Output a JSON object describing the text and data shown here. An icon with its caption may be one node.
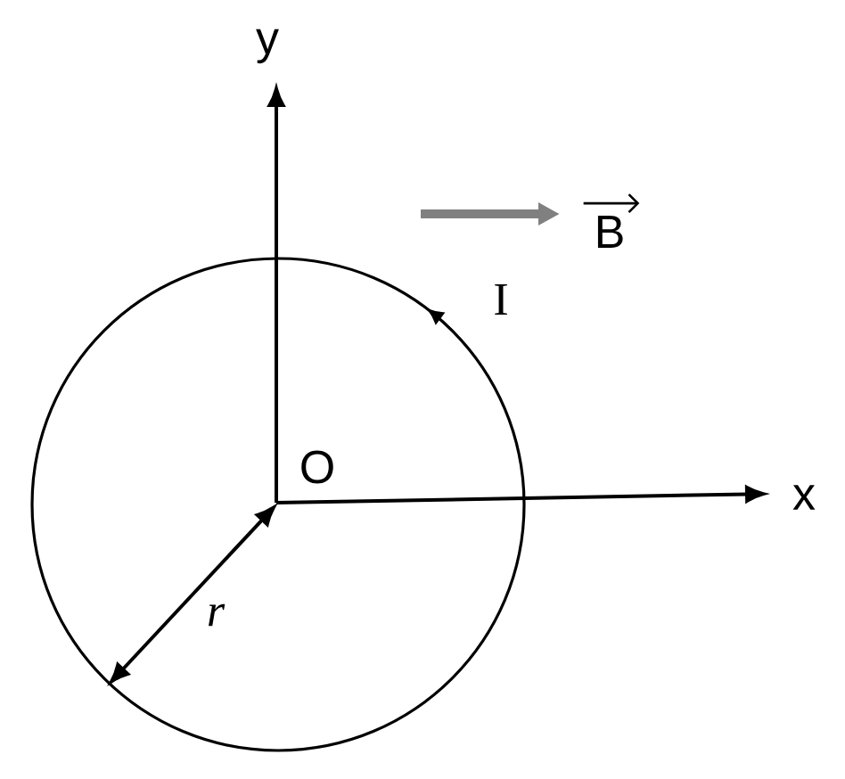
{
  "diagram": {
    "labels": [
      "y",
      "B",
      "I",
      "O",
      "x",
      "r"
    ]
  }
}
